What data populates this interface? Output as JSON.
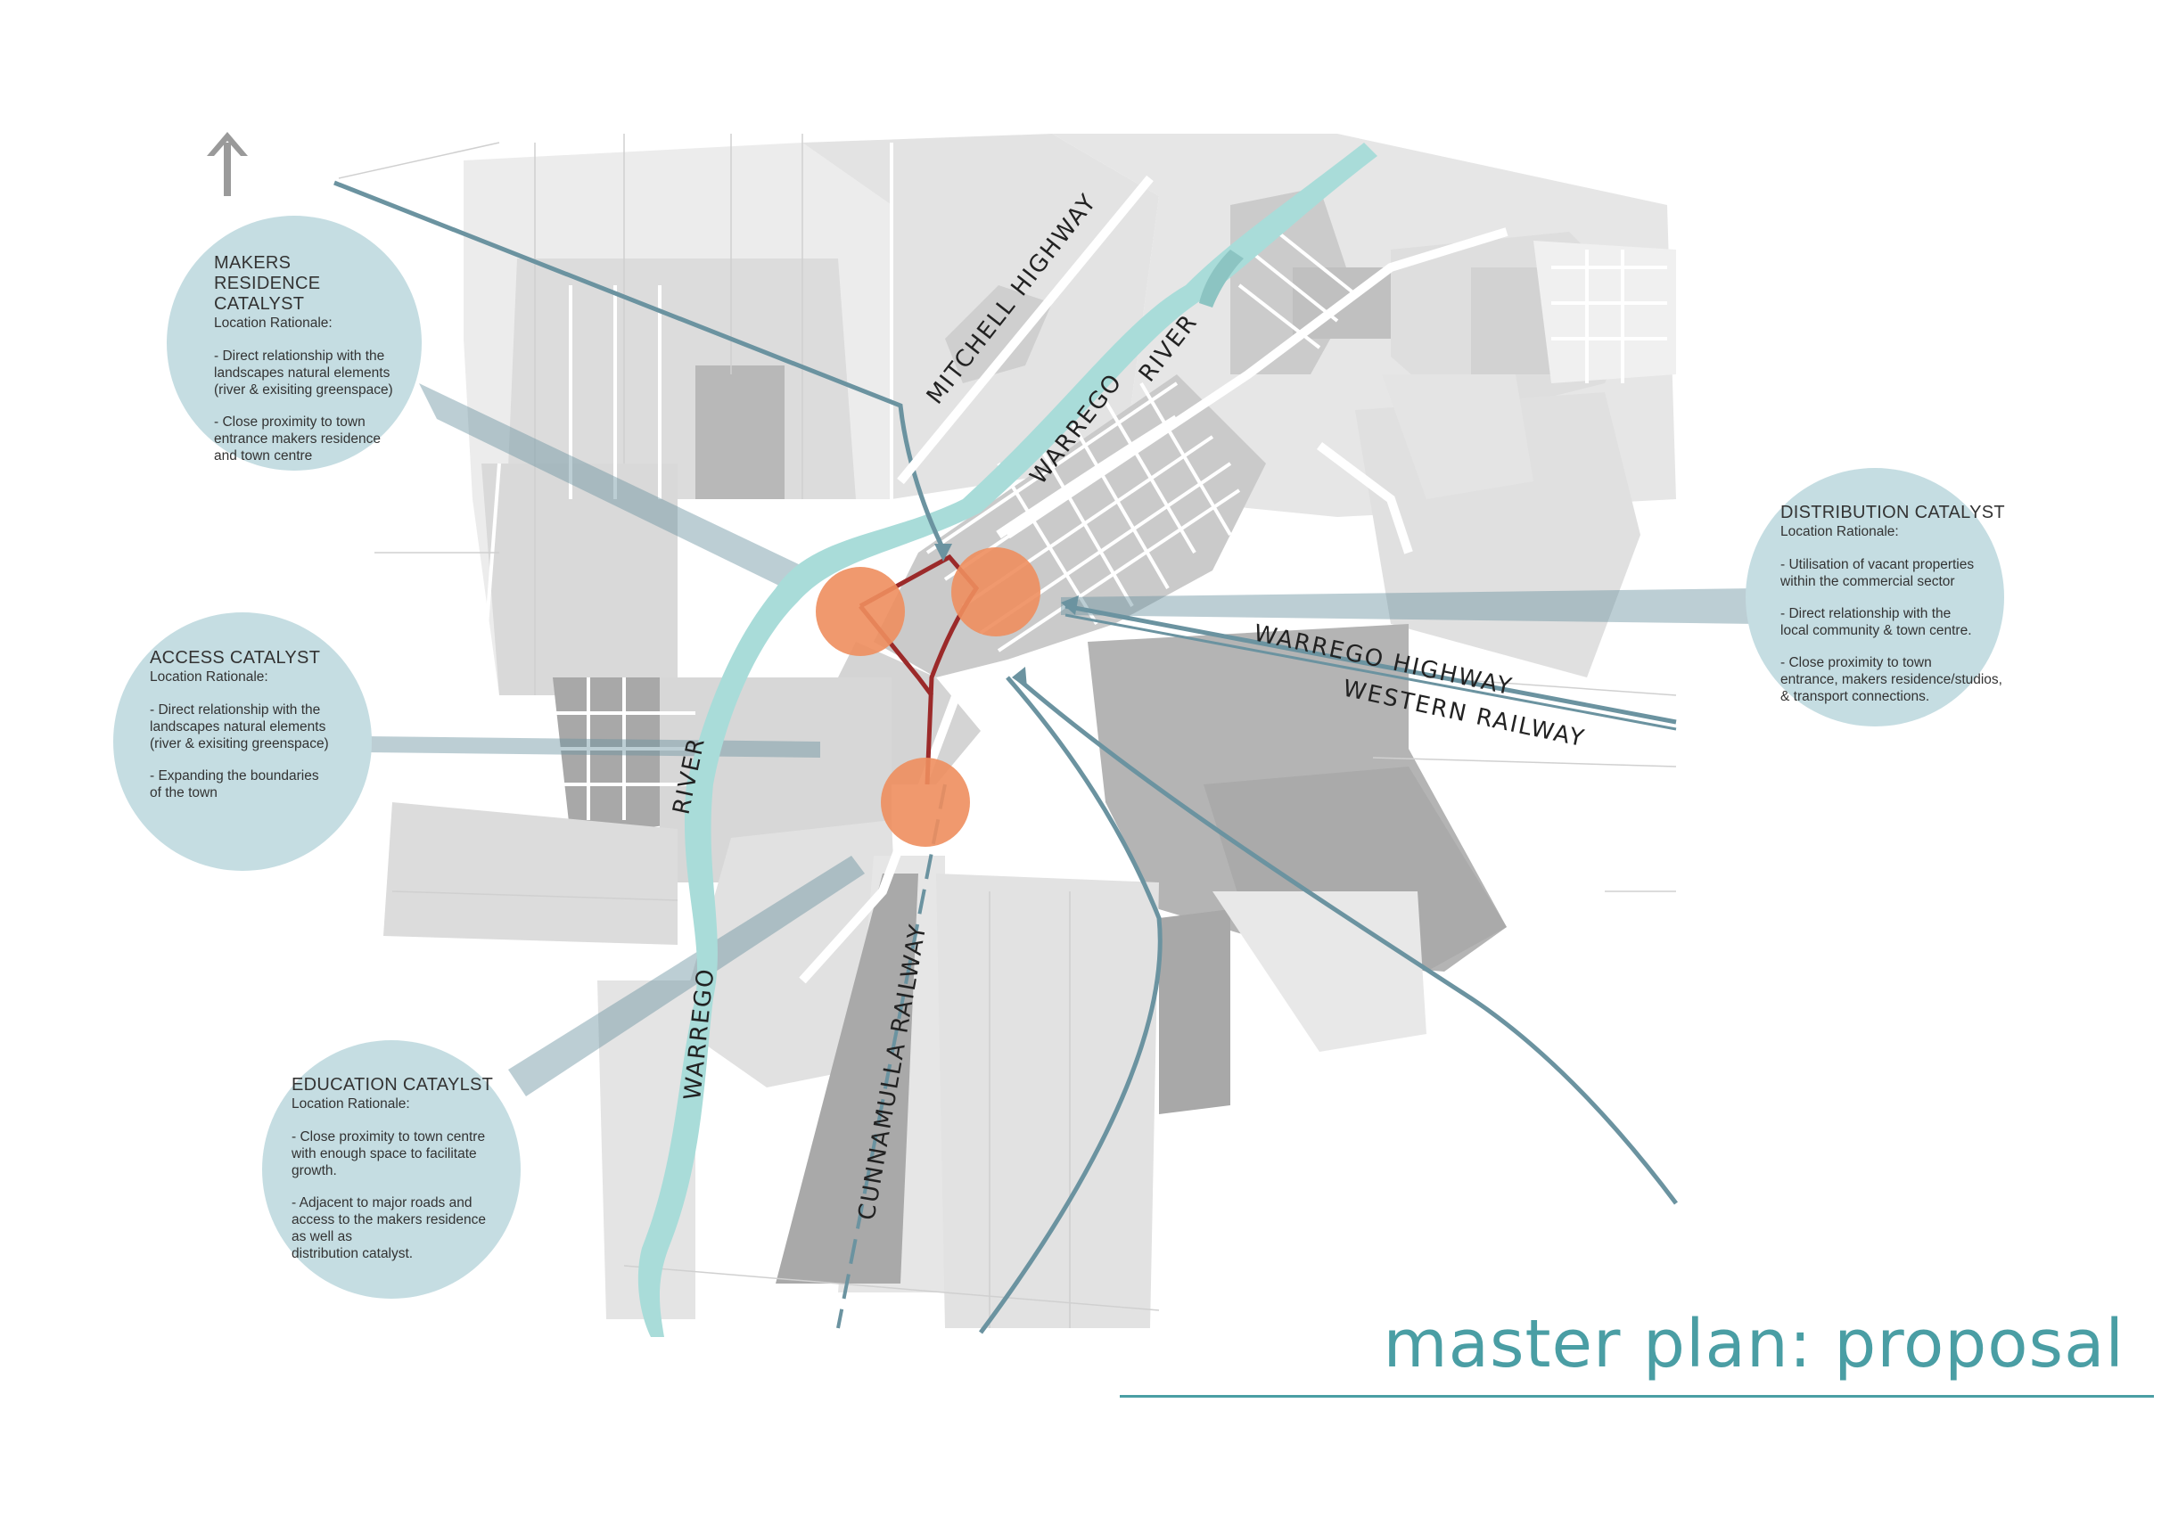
{
  "title": "master plan: proposal",
  "north_arrow_icon": "north-arrow-icon",
  "colors": {
    "river": "#a9dcd9",
    "road": "#6b93a0",
    "catalyst": "#ee8e5e",
    "connector": "#9b2a2a",
    "callout": "#c5dde2",
    "title": "#4a9ea4"
  },
  "map_labels": {
    "mitchell_highway": "MITCHELL HIGHWAY",
    "warrego_river_north_1": "WARREGO",
    "warrego_river_north_2": "RIVER",
    "warrego_highway": "WARREGO HIGHWAY",
    "western_railway": "WESTERN RAILWAY",
    "river_south": "RIVER",
    "warrego_south": "WARREGO",
    "cunnamulla_railway": "CUNNAMULLA RAILWAY"
  },
  "callouts": {
    "makers": {
      "title": "MAKERS RESIDENCE CATALYST",
      "subtitle": "Location Rationale:",
      "points": [
        "- Direct relationship with the\nlandscapes natural elements\n(river & exisiting greenspace)",
        "- Close proximity to town\nentrance makers residence\nand town centre"
      ]
    },
    "access": {
      "title": "ACCESS CATALYST",
      "subtitle": "Location Rationale:",
      "points": [
        "- Direct relationship with the\nlandscapes natural elements\n(river & exisiting greenspace)",
        "- Expanding the boundaries\nof the town"
      ]
    },
    "education": {
      "title": "EDUCATION CATAYLST",
      "subtitle": "Location Rationale:",
      "points": [
        "- Close proximity to town centre\nwith enough space to facilitate\ngrowth.",
        "- Adjacent to major roads and\naccess to the makers residence\nas well as\ndistribution catalyst."
      ]
    },
    "distribution": {
      "title": "DISTRIBUTION CATALYST",
      "subtitle": "Location Rationale:",
      "points": [
        "- Utilisation of vacant properties\nwithin the commercial sector",
        "- Direct relationship with the\nlocal community & town centre.",
        "- Close proximity to town\nentrance, makers residence/studios,\n& transport connections."
      ]
    }
  }
}
